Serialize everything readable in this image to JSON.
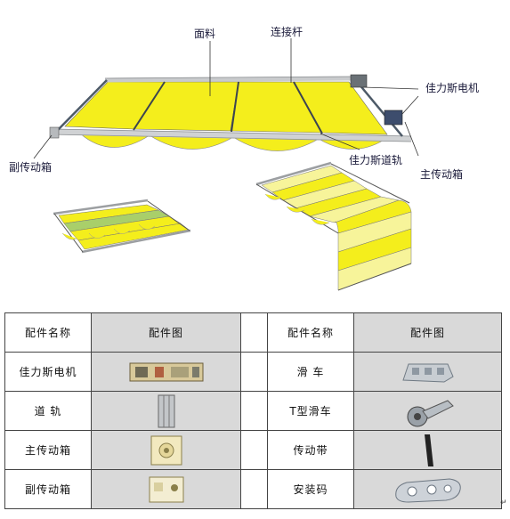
{
  "labels": {
    "fabric": "面料",
    "connecting_rod": "连接杆",
    "motor": "佳力斯电机",
    "track": "佳力斯道轨",
    "main_box": "主传动箱",
    "sub_box": "副传动箱"
  },
  "colors": {
    "fabric_yellow": "#f4ee1c",
    "fabric_light": "#f7f49a",
    "fabric_green": "#a9cf6a",
    "rail": "#d6d8da",
    "table_header": "#d9d9d9"
  },
  "table": {
    "headers": {
      "name_left": "配件名称",
      "image_left": "配件图",
      "name_right": "配件名称",
      "image_right": "配件图"
    },
    "rows": [
      {
        "left": "佳力斯电机",
        "left_icon": "motor-part-icon",
        "right": "滑    车",
        "right_icon": "pulley-car-icon"
      },
      {
        "left": "道      轨",
        "left_icon": "track-part-icon",
        "right": "T型滑车",
        "right_icon": "t-pulley-icon"
      },
      {
        "left": "主传动箱",
        "left_icon": "main-gearbox-icon",
        "right": "传动带",
        "right_icon": "drive-belt-icon"
      },
      {
        "left": "副传动箱",
        "left_icon": "sub-gearbox-icon",
        "right": "安装码",
        "right_icon": "mounting-bracket-icon"
      }
    ]
  },
  "corner_mark": "↵"
}
